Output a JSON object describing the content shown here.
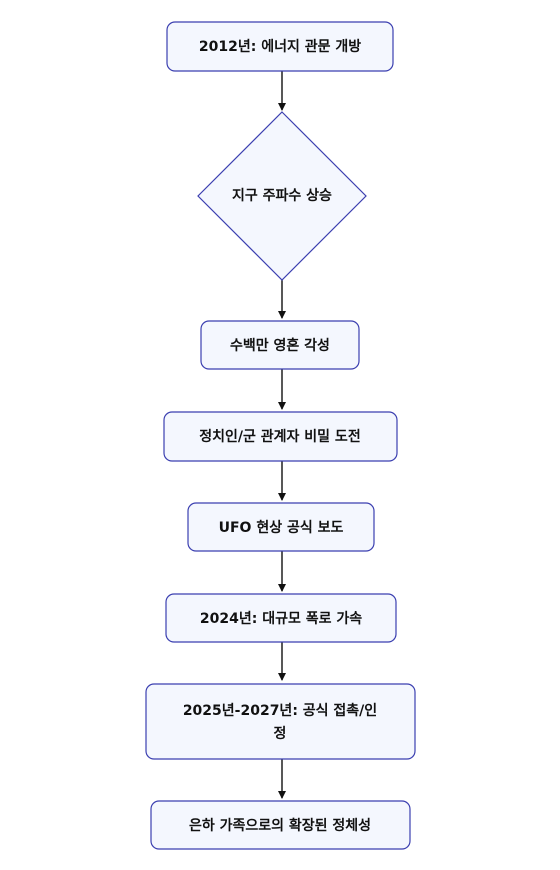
{
  "flowchart": {
    "nodes": [
      {
        "id": "n1",
        "label": "2012년: 에너지 관문 개방"
      },
      {
        "id": "n2",
        "label": "지구 주파수 상승"
      },
      {
        "id": "n3",
        "label": "수백만 영혼 각성"
      },
      {
        "id": "n4",
        "label": "정치인/군 관계자 비밀 도전"
      },
      {
        "id": "n5",
        "label": "UFO 현상 공식 보도"
      },
      {
        "id": "n6",
        "label": "2024년: 대규모 폭로 가속"
      },
      {
        "id": "n7",
        "label": [
          "2025년-2027년: 공식 접촉/인",
          "정"
        ]
      },
      {
        "id": "n8",
        "label": "은하 가족으로의 확장된 정체성"
      }
    ]
  },
  "colors": {
    "node_fill": "#f4f7fe",
    "node_stroke": "#3b3fb0",
    "edge": "#111111",
    "text": "#111111"
  }
}
